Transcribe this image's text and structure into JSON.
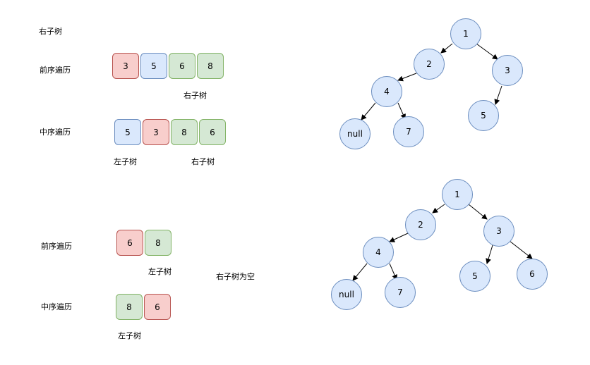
{
  "colors": {
    "red_fill": "#f8cecc",
    "red_border": "#b85450",
    "blue_fill": "#dae8fc",
    "blue_border": "#6c8ebf",
    "green_fill": "#d5e8d4",
    "green_border": "#82b366"
  },
  "section1": {
    "title": "右子树",
    "preorder": {
      "label": "前序遍历",
      "cells": [
        "3",
        "5",
        "6",
        "8"
      ],
      "sublabel": "右子树"
    },
    "inorder": {
      "label": "中序遍历",
      "cells": [
        "5",
        "3",
        "8",
        "6"
      ],
      "left_label": "左子树",
      "right_label": "右子树"
    }
  },
  "section2": {
    "preorder": {
      "label": "前序遍历",
      "cells": [
        "6",
        "8"
      ],
      "sublabel": "左子树"
    },
    "note": "右子树为空",
    "inorder": {
      "label": "中序遍历",
      "cells": [
        "8",
        "6"
      ],
      "sublabel": "左子树"
    }
  },
  "tree1": {
    "nodes": [
      "1",
      "2",
      "3",
      "4",
      "5",
      "null",
      "7"
    ]
  },
  "tree2": {
    "nodes": [
      "1",
      "2",
      "3",
      "4",
      "5",
      "6",
      "null",
      "7"
    ]
  }
}
